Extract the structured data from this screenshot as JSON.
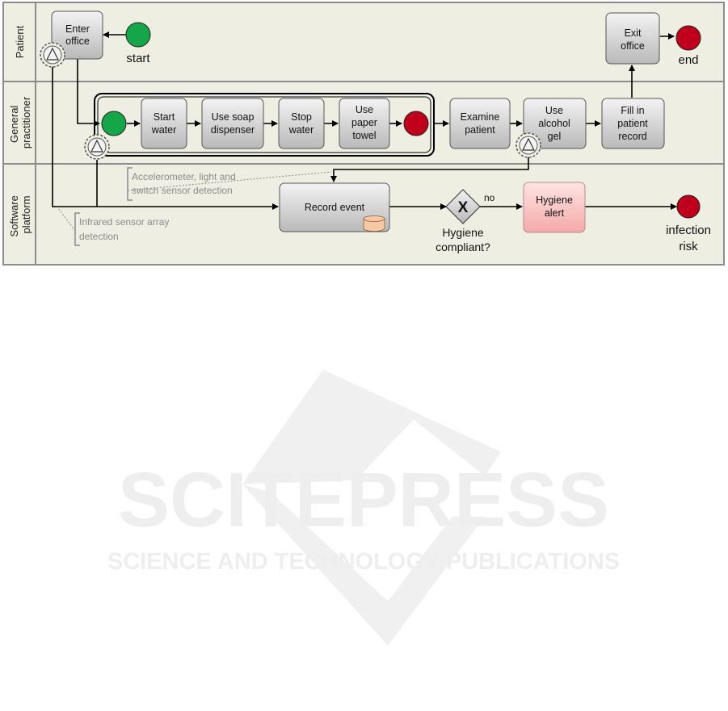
{
  "lanes": [
    {
      "label_lines": [
        "Patient"
      ]
    },
    {
      "label_lines": [
        "General",
        "practitioner"
      ]
    },
    {
      "label_lines": [
        "Software",
        "platform"
      ]
    }
  ],
  "tasks": {
    "enter_office": [
      "Enter",
      "office"
    ],
    "exit_office": [
      "Exit",
      "office"
    ],
    "start_water": [
      "Start",
      "water"
    ],
    "use_soap": [
      "Use soap",
      "dispenser"
    ],
    "stop_water": [
      "Stop",
      "water"
    ],
    "paper_towel": [
      "Use",
      "paper",
      "towel"
    ],
    "examine": [
      "Examine",
      "patient"
    ],
    "alcohol_gel": [
      "Use",
      "alcohol",
      "gel"
    ],
    "fill_record": [
      "Fill in",
      "patient",
      "record"
    ],
    "record_event": [
      "Record event"
    ],
    "hygiene_alert": [
      "Hygiene",
      "alert"
    ]
  },
  "events": {
    "start": "start",
    "end": "end",
    "infection_risk": [
      "infection",
      "risk"
    ]
  },
  "gateway": {
    "symbol": "X",
    "label": [
      "Hygiene",
      "compliant?"
    ],
    "no_label": "no"
  },
  "annotations": {
    "accelerometer": [
      "Accelerometer, light and",
      "switch sensor detection"
    ],
    "infrared": [
      "Infrared sensor array",
      "detection"
    ]
  },
  "watermark": {
    "title": "SCITEPRESS",
    "subtitle": "SCIENCE AND TECHNOLOGY PUBLICATIONS"
  },
  "colors": {
    "lane_fill": "#efeee2",
    "lane_border": "#8c8c8c",
    "task_top": "#f3f3f3",
    "task_bottom": "#b9b9b9",
    "alert_top": "#ffe4e4",
    "alert_bottom": "#f4a9a9",
    "start_event": "#16a64a",
    "end_event": "#c0001a",
    "datastore": "#f6c9a4"
  }
}
